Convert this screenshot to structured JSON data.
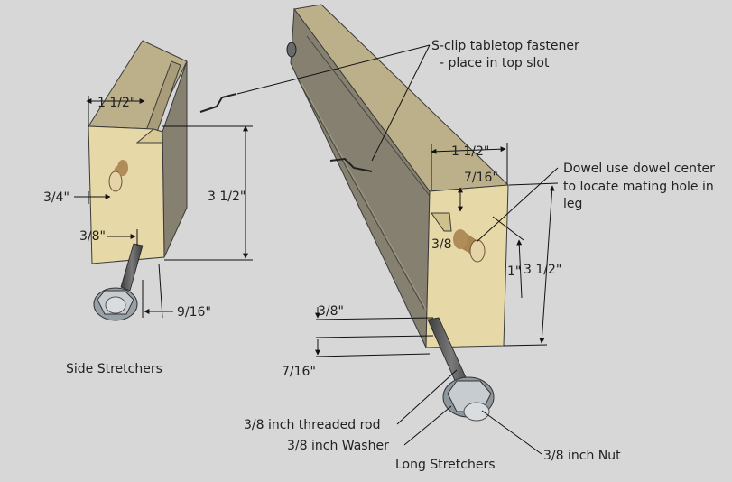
{
  "diagram": {
    "side_caption": "Side Stretchers",
    "long_caption": "Long Stretchers",
    "callouts": {
      "sclip_line1": "S-clip tabletop fastener",
      "sclip_line2": "- place in top slot",
      "dowel_line1": "Dowel use dowel center",
      "dowel_line2": "to locate mating hole in",
      "dowel_line3": "leg",
      "rod": "3/8 inch threaded rod",
      "washer": "3/8 inch Washer",
      "nut": "3/8 inch Nut"
    },
    "side_dims": {
      "width": "1 1/2\"",
      "height": "3 1/2\"",
      "dowel_offset": "3/4\"",
      "rod_offset": "3/8\"",
      "rod_depth": "9/16\""
    },
    "long_dims": {
      "width": "1 1/2\"",
      "slot_depth": "7/16\"",
      "rod_offset": "3/8",
      "dowel_height": "1\"",
      "height": "3 1/2\"",
      "rod_spacing_top": "3/8\"",
      "rod_spacing_bottom": "7/16\""
    },
    "colors": {
      "background": "#d7d7d7",
      "wood_face": "#e7d9a7",
      "wood_top": "#bcb08a",
      "wood_side": "#858070",
      "wood_dark": "#6e6a5e",
      "rod": "#4a4a4a",
      "nut": "#b9c0c7"
    }
  }
}
